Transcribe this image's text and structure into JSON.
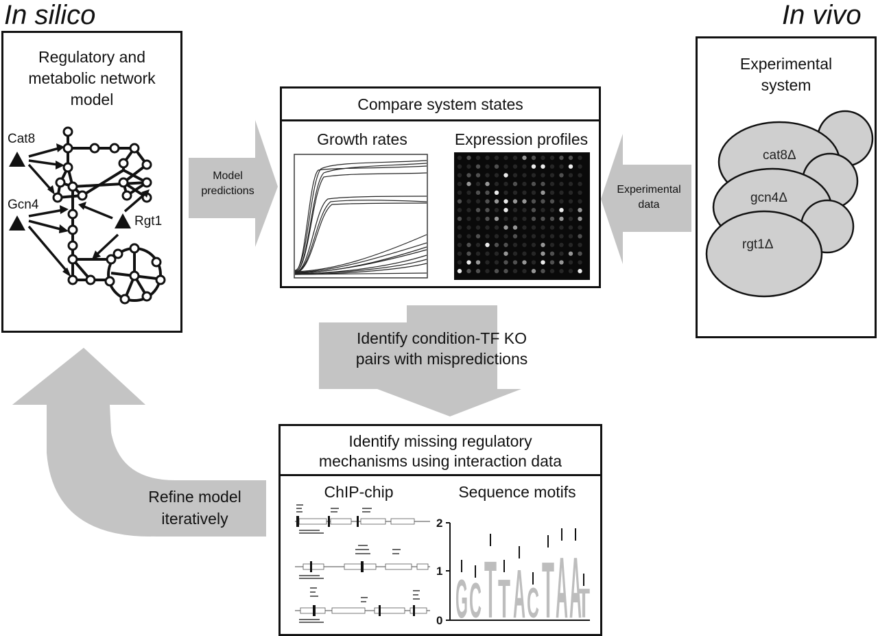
{
  "corners": {
    "left": "In silico",
    "right": "In vivo"
  },
  "model_box": {
    "title_line1": "Regulatory and",
    "title_line2": "metabolic network",
    "title_line3": "model",
    "tf_labels": [
      "Cat8",
      "Gcn4",
      "Rgt1"
    ]
  },
  "arrows": {
    "model_predictions_1": "Model",
    "model_predictions_2": "predictions",
    "experimental_data_1": "Experimental",
    "experimental_data_2": "data",
    "identify_1": "Identify condition-TF KO",
    "identify_2": "pairs with mispredictions",
    "refine_1": "Refine model",
    "refine_2": "iteratively"
  },
  "compare_box": {
    "header": "Compare system states",
    "growth_title": "Growth rates",
    "expression_title": "Expression profiles"
  },
  "experimental_box": {
    "title_line1": "Experimental",
    "title_line2": "system",
    "cells": [
      "cat8Δ",
      "gcn4Δ",
      "rgt1Δ"
    ]
  },
  "missing_box": {
    "header_line1": "Identify missing regulatory",
    "header_line2": "mechanisms using interaction data",
    "chip_title": "ChIP-chip",
    "motif_title": "Sequence motifs",
    "motif_axis_ticks": [
      "0",
      "1",
      "2"
    ],
    "motif_letters": [
      "G",
      "C",
      "T",
      "T",
      "A",
      "C",
      "T",
      "A",
      "A",
      "T"
    ]
  },
  "colors": {
    "arrow_fill": "#c4c4c4",
    "cell_fill": "#cfcfcf",
    "line": "#111111"
  }
}
